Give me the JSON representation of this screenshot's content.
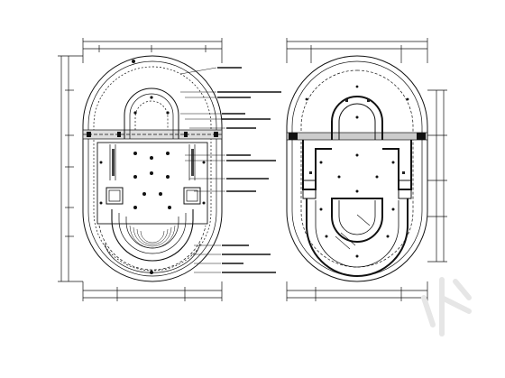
{
  "drawing": {
    "plans": [
      {
        "name": "left-floor-plan",
        "shape": "stadium-with-inner-loop",
        "annotation_count": 14
      },
      {
        "name": "right-ceiling-plan",
        "shape": "stadium-with-inner-loop",
        "annotation_count": 0
      }
    ],
    "line_color": "#111111",
    "background": "#ffffff",
    "watermark": {
      "type": "logo",
      "color": "#eeeeee"
    }
  }
}
